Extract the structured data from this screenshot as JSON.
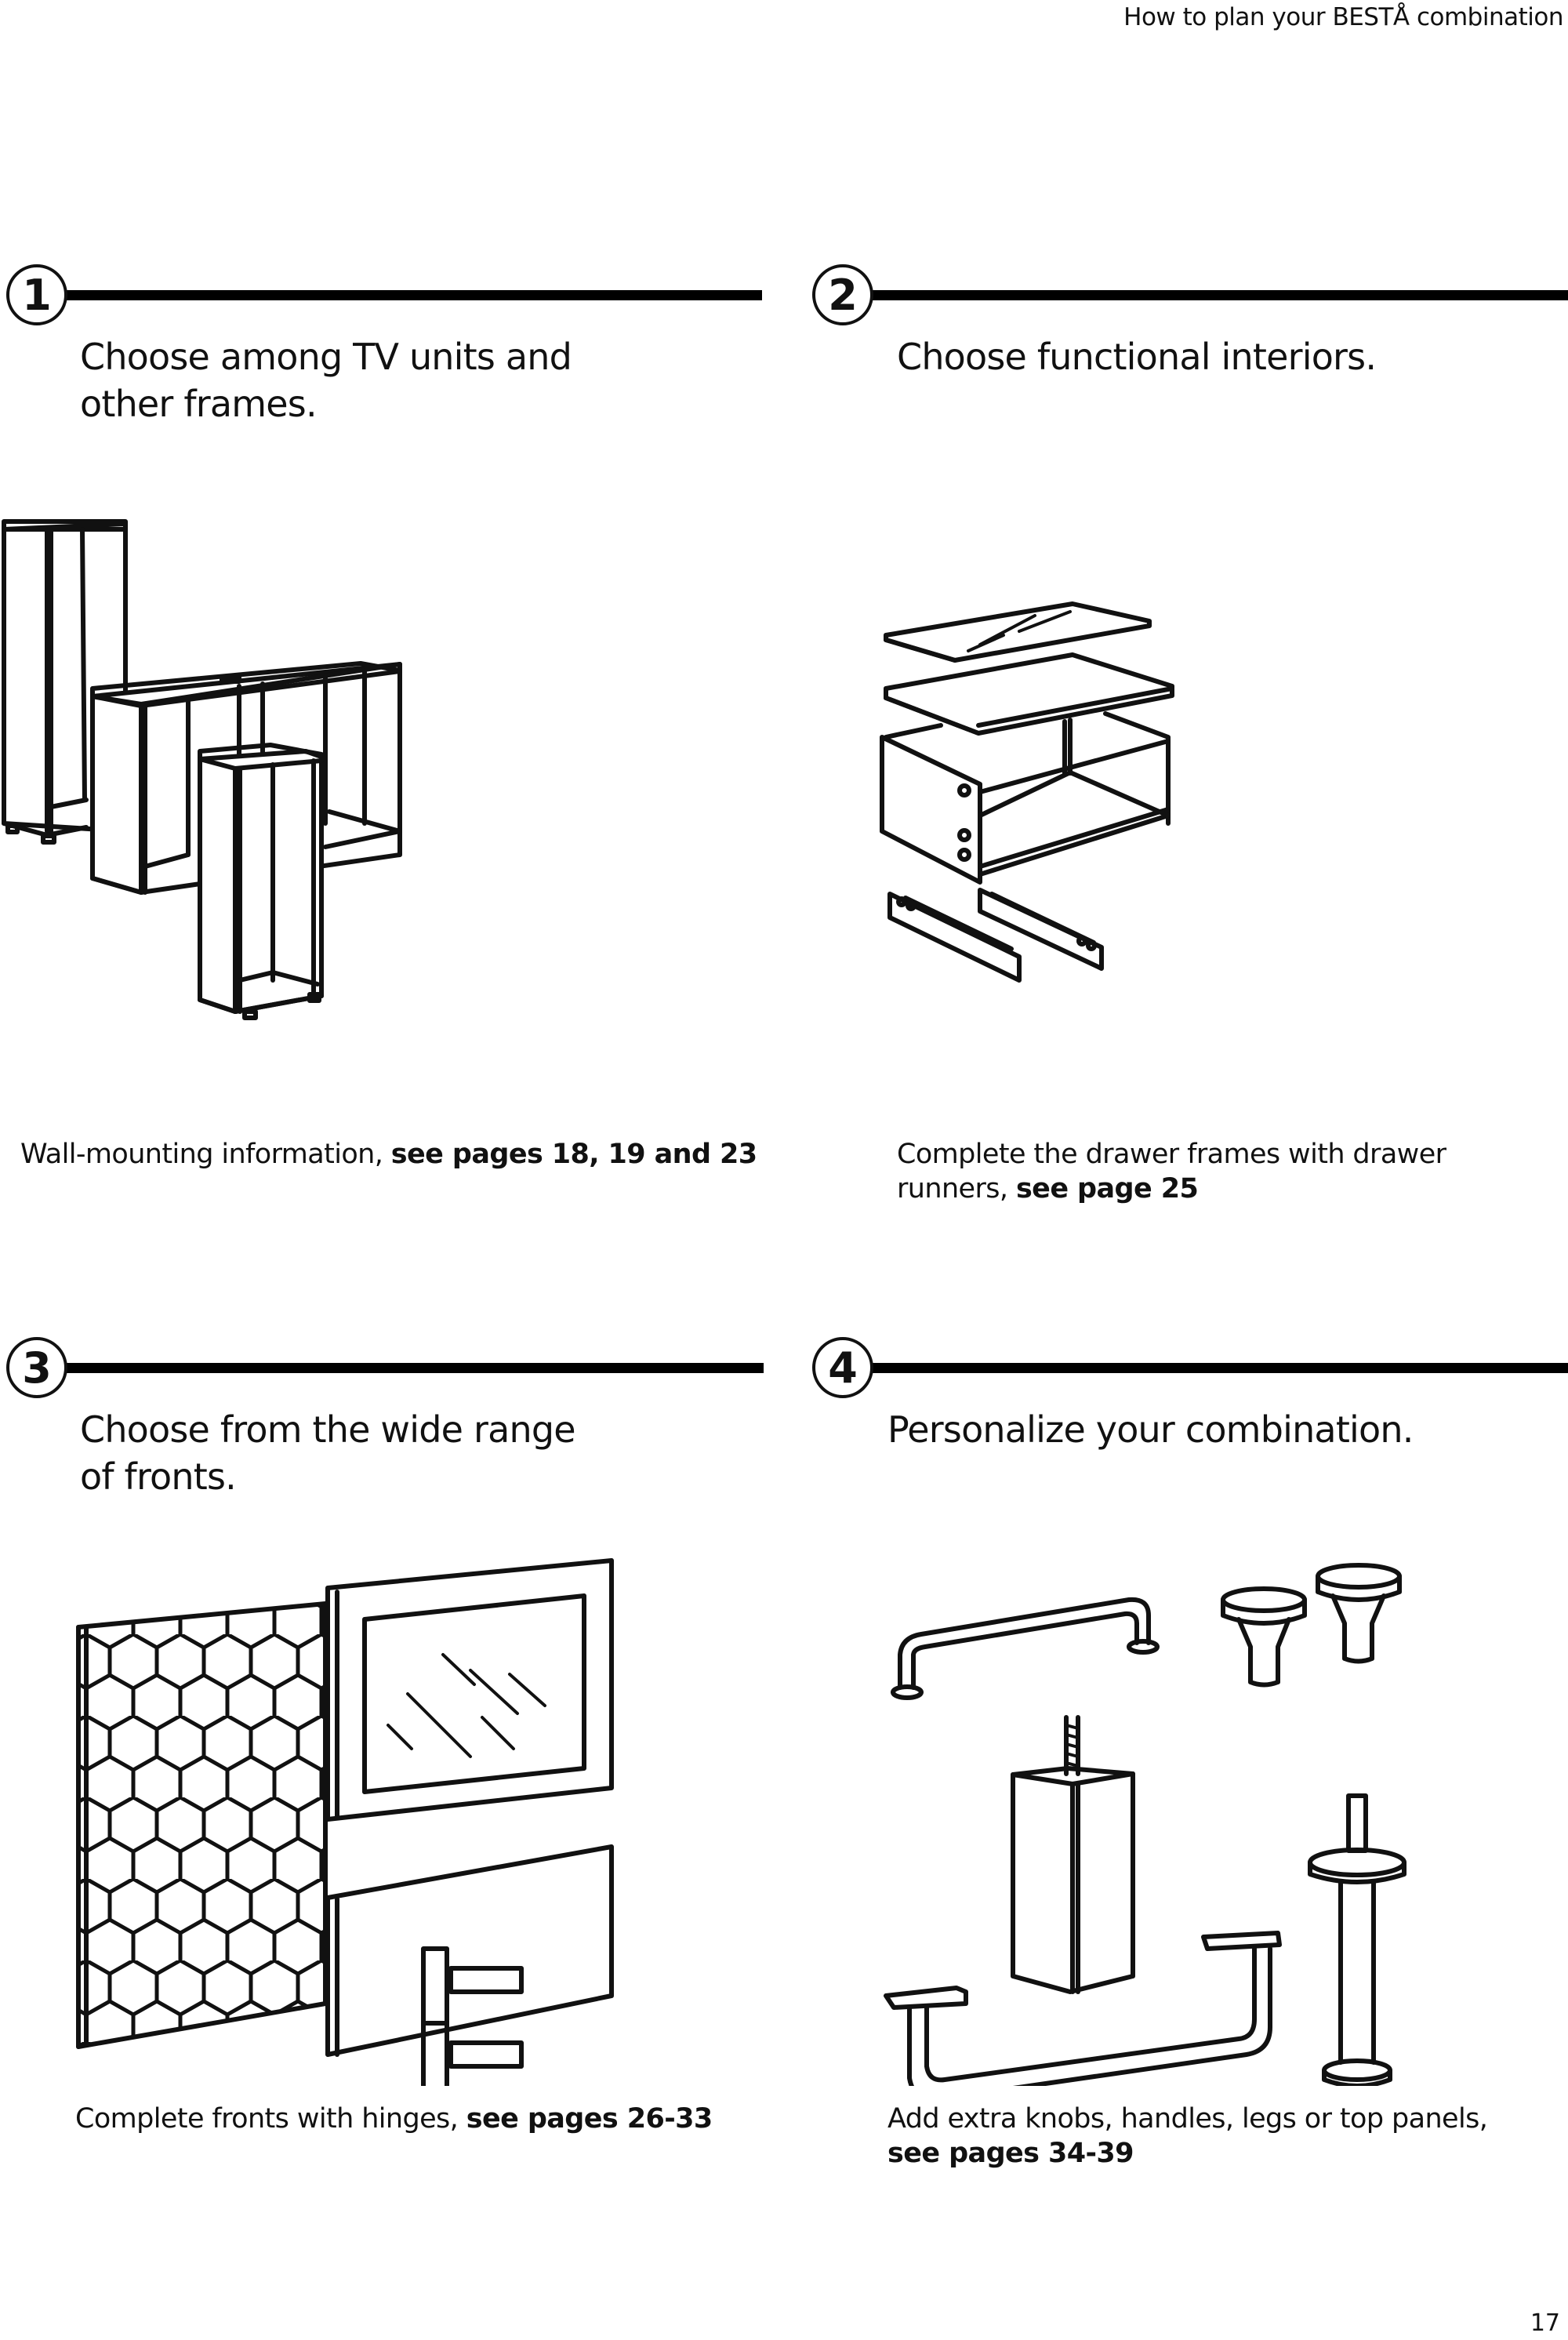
{
  "header": {
    "running_title": "How to plan your BESTÅ combination"
  },
  "steps": [
    {
      "number": "1",
      "heading": "Choose among TV units and\nother frames.",
      "caption_text": "Wall-mounting information, ",
      "caption_link": "see pages 18, 19 and 23",
      "illustration": "frames-icon"
    },
    {
      "number": "2",
      "heading": "Choose functional interiors.",
      "caption_text": "Complete the drawer frames with drawer runners, ",
      "caption_link": "see page 25",
      "illustration": "drawer-icon"
    },
    {
      "number": "3",
      "heading": "Choose from the wide range\nof fronts.",
      "caption_text": "Complete fronts with hinges, ",
      "caption_link": "see pages 26-33",
      "illustration": "fronts-icon"
    },
    {
      "number": "4",
      "heading": "Personalize your combination.",
      "caption_text": "Add extra knobs, handles, legs or top panels, ",
      "caption_link": "see pages 34-39",
      "illustration": "accessories-icon"
    }
  ],
  "footer": {
    "page_number": "17"
  }
}
